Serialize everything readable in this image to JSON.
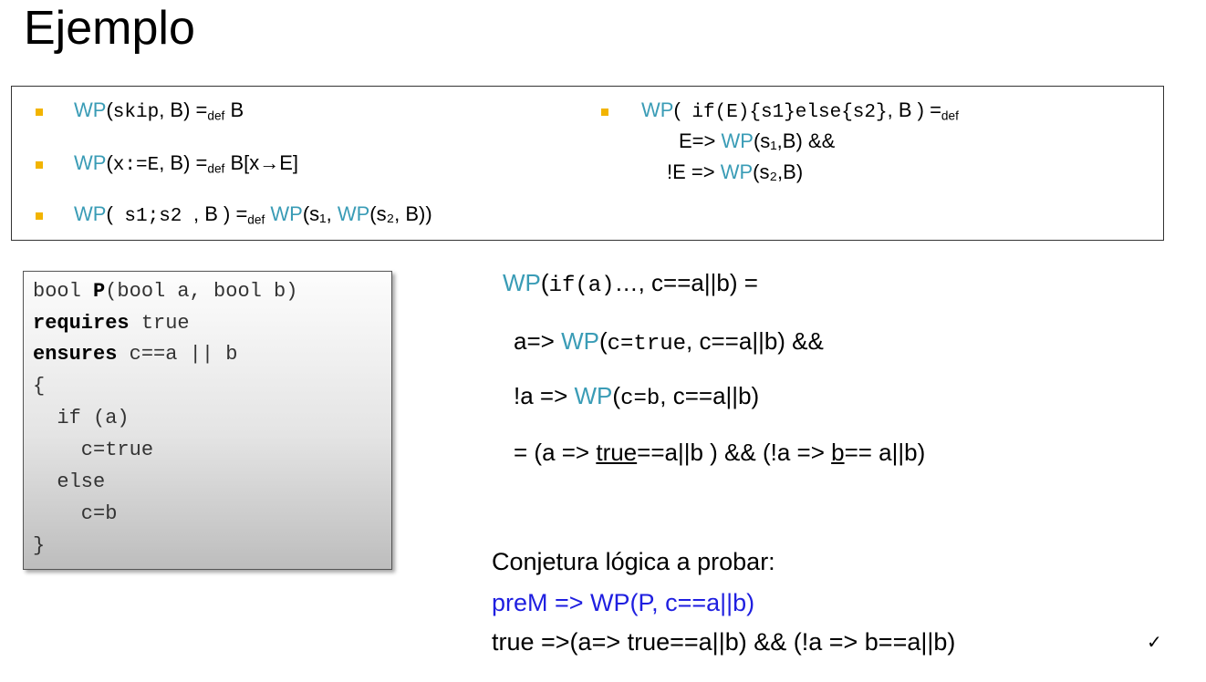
{
  "title": "Ejemplo",
  "defs": {
    "wp": "WP",
    "d1": {
      "args": "skip",
      "tail": ", B) =",
      "def": "def",
      "result": " B"
    },
    "d2": {
      "args": "x:=E",
      "tail": ", B) =",
      "def": "def",
      "result": " B[x→E]"
    },
    "d3": {
      "args": " s1;s2 ",
      "tail": ", B ) =",
      "def": "def",
      "wp_args1": "(s₁, ",
      "wp_args2": "(s₂, B))"
    },
    "d4": {
      "args": " if(E){s1}else{s2}",
      "tail": ", B ) =",
      "def": "def",
      "line2_pre": "E=> ",
      "line2_args": "(s₁,B) &&",
      "line3_pre": "!E => ",
      "line3_args": "(s₂,B)"
    }
  },
  "code": {
    "l1_a": "bool ",
    "l1_name": "P",
    "l1_b": "(bool a, bool b)",
    "l2_kw": "requires",
    "l2_b": " true",
    "l3_kw": "ensures",
    "l3_b": " c==a || b",
    "l4": "{",
    "l5": "  if (a)",
    "l6": "    c=true",
    "l7": "  else",
    "l8": "    c=b",
    "l9": "}"
  },
  "derivation": {
    "e1_code": "if(a)",
    "e1_tail": "…, c==a||b) =",
    "e2_pre": "a=> ",
    "e2_code": "c=true",
    "e2_tail": ", c==a||b) &&",
    "e3_pre": "!a => ",
    "e3_code": "c=b",
    "e3_tail": ", c==a||b)",
    "e4_a": "= (a => ",
    "e4_u1": "true",
    "e4_b": "==a||b ) && (!a  => ",
    "e4_u2": "b",
    "e4_c": "== a||b)"
  },
  "conjecture": {
    "heading": "Conjetura lógica a probar:",
    "line_blue": "preM => WP(P, c==a||b)",
    "line_black": "true   =>(a=> true==a||b) && (!a => b==a||b)",
    "check": "✓"
  },
  "colors": {
    "teal": "#3a9cb6",
    "blue": "#1f1fe0",
    "bullet": "#f2b400"
  }
}
